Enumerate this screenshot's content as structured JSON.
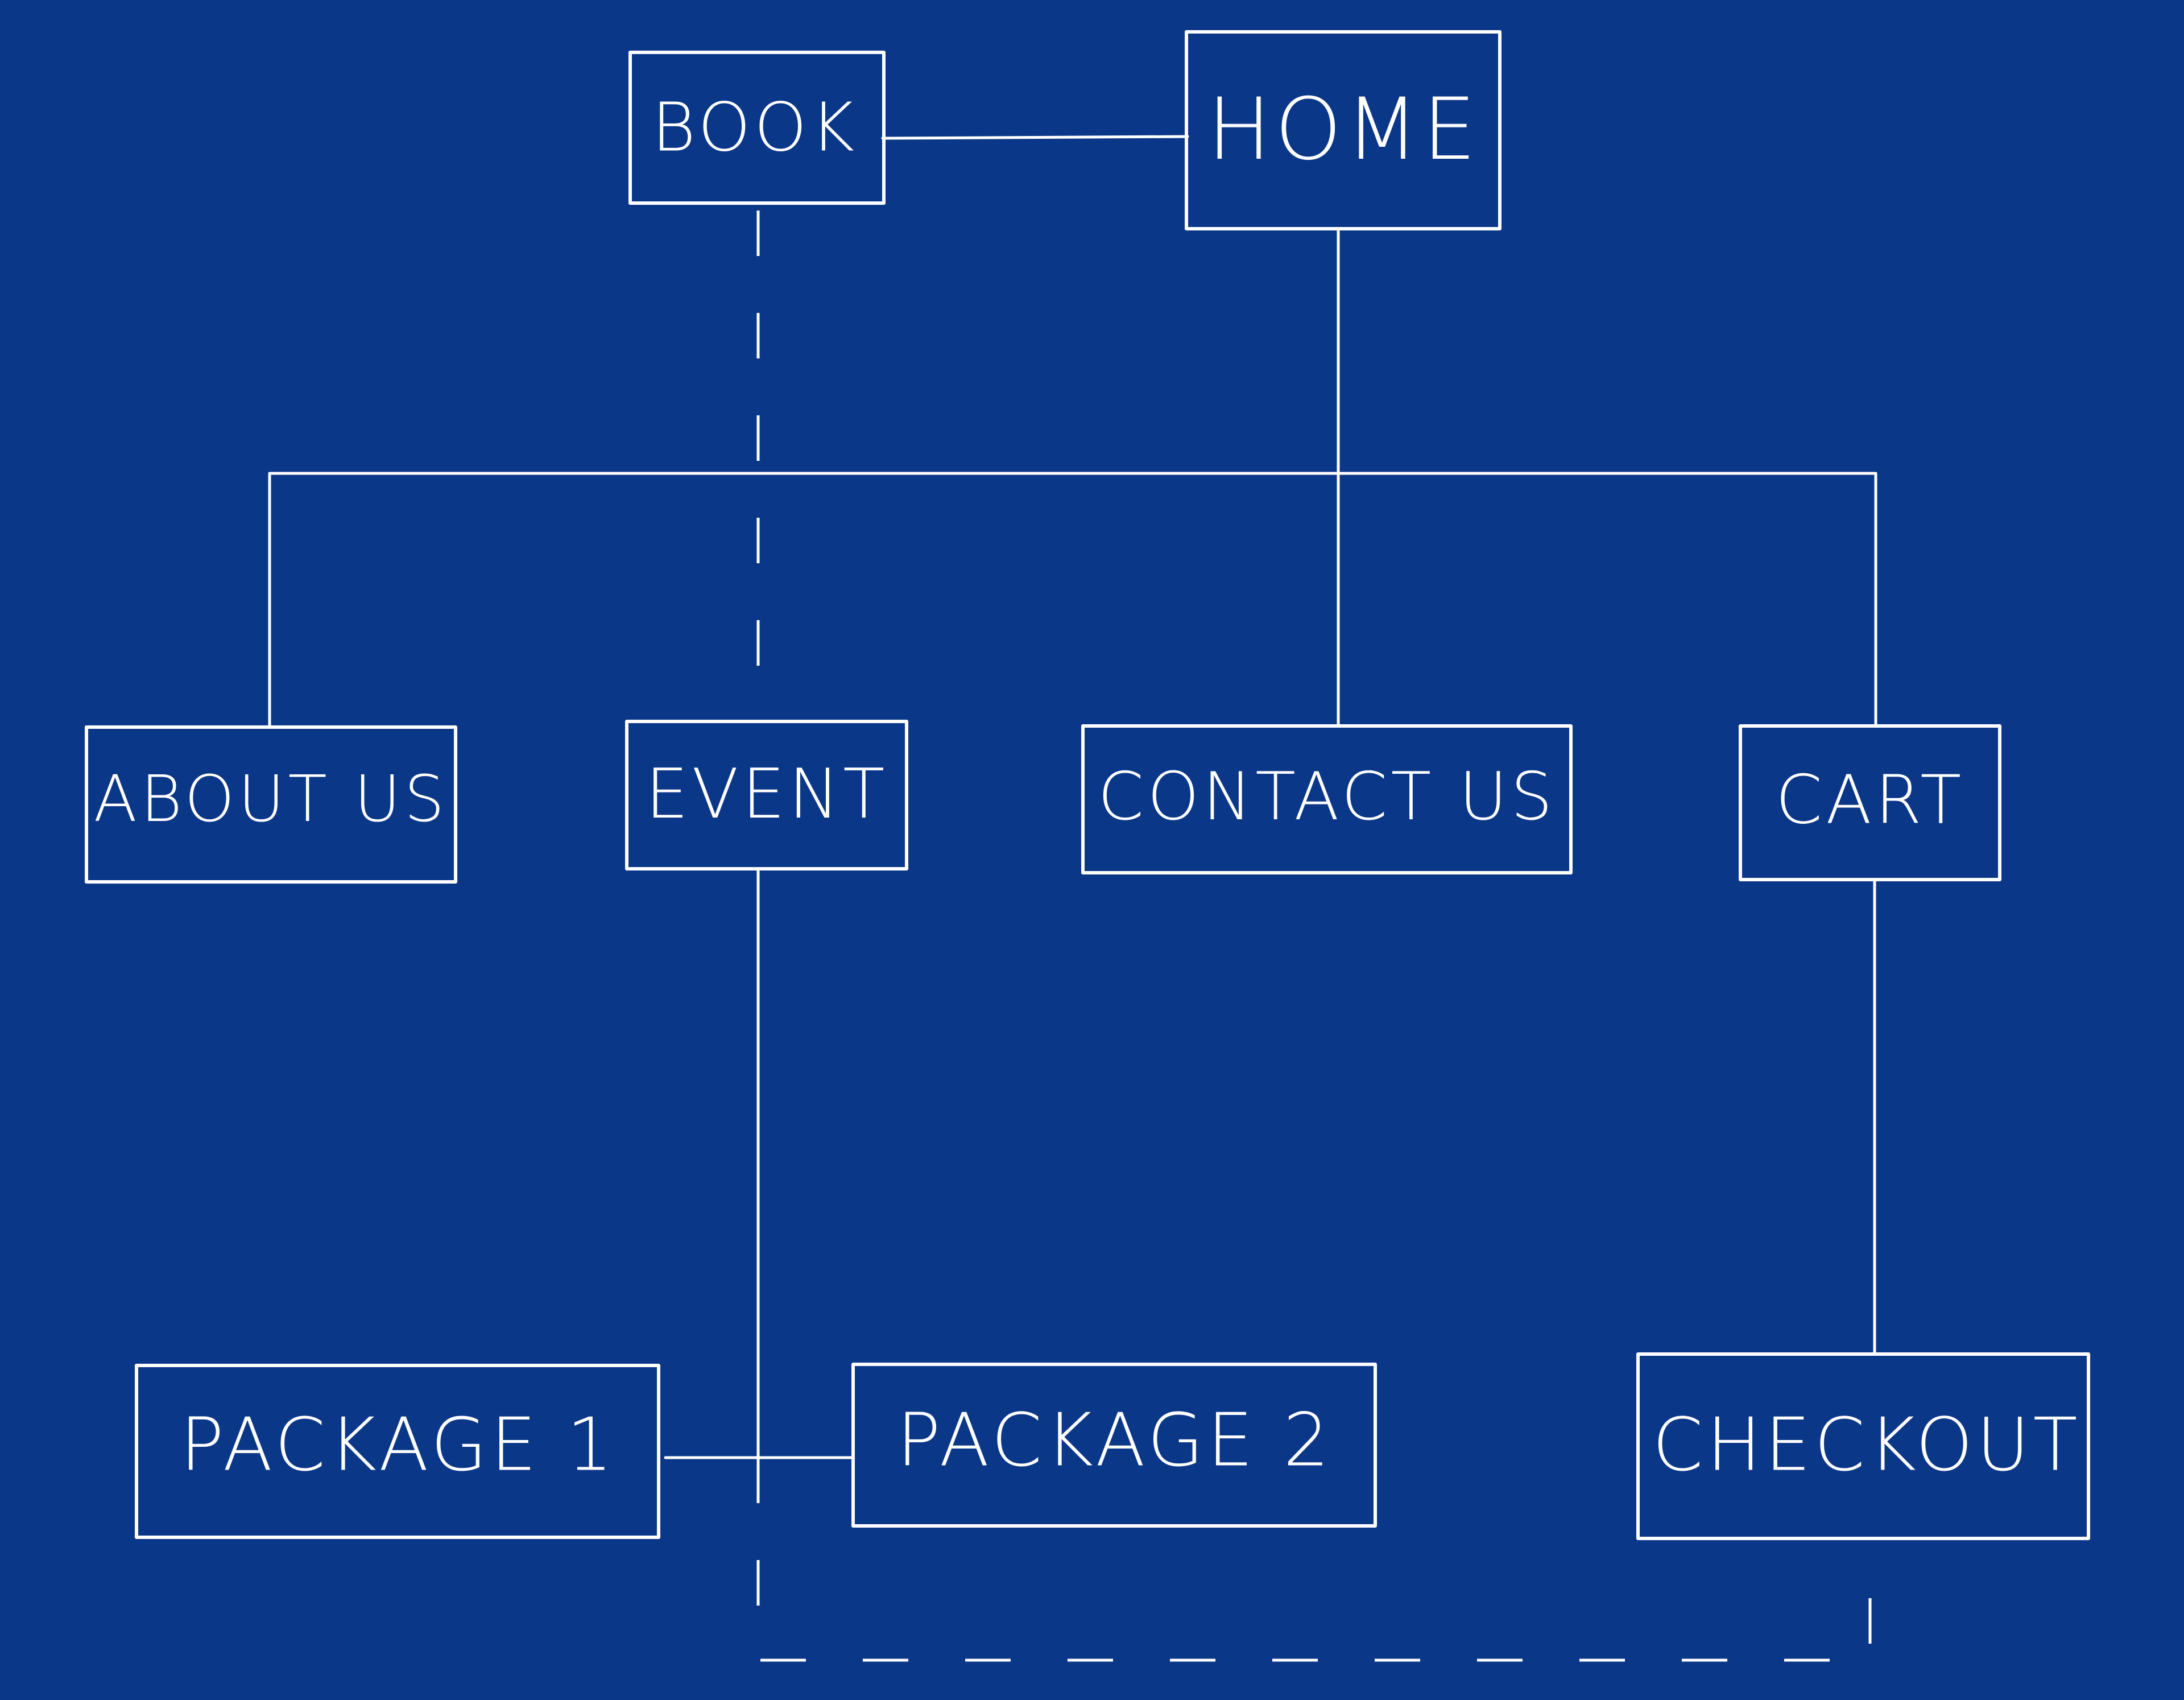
{
  "diagram": {
    "background_color": "#0b3788",
    "line_color": "#ffffff",
    "nodes": {
      "book": {
        "label": "BOOK"
      },
      "home": {
        "label": "HOME"
      },
      "about_us": {
        "label": "ABOUT US"
      },
      "event": {
        "label": "EVENT"
      },
      "contact_us": {
        "label": "CONTACT US"
      },
      "cart": {
        "label": "CART"
      },
      "package_1": {
        "label": "PACKAGE 1"
      },
      "package_2": {
        "label": "PACKAGE 2"
      },
      "checkout": {
        "label": "CHECKOUT"
      }
    },
    "edges": [
      {
        "from": "book",
        "to": "home",
        "style": "solid"
      },
      {
        "from": "home",
        "to": "about_us",
        "style": "solid"
      },
      {
        "from": "home",
        "to": "contact_us",
        "style": "solid"
      },
      {
        "from": "home",
        "to": "cart",
        "style": "solid"
      },
      {
        "from": "book",
        "to": "event",
        "style": "dashed"
      },
      {
        "from": "event",
        "to": "package_1",
        "style": "solid"
      },
      {
        "from": "event",
        "to": "package_2",
        "style": "solid"
      },
      {
        "from": "cart",
        "to": "checkout",
        "style": "solid"
      },
      {
        "from": "event",
        "to": "checkout",
        "style": "dashed"
      }
    ]
  }
}
